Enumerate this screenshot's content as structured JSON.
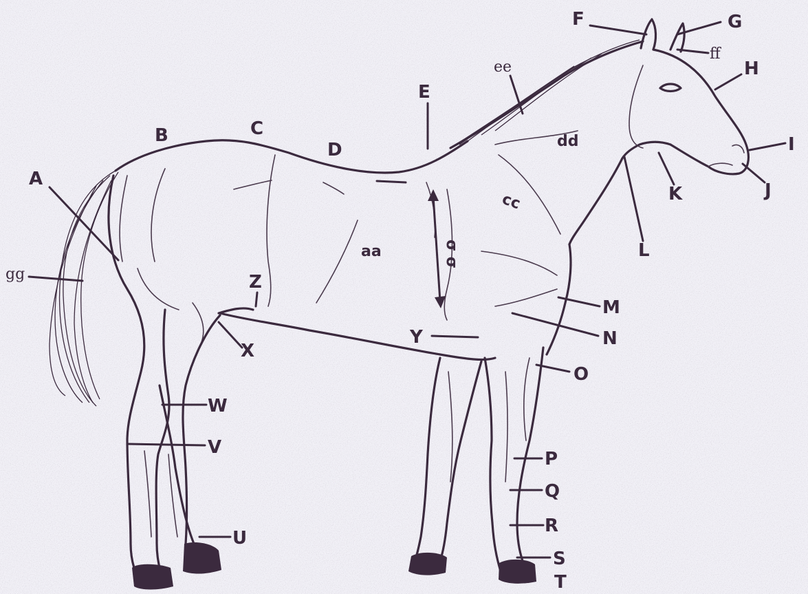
{
  "labels": {
    "A": "A",
    "B": "B",
    "C": "C",
    "D": "D",
    "E": "E",
    "F": "F",
    "G": "G",
    "H": "H",
    "I": "I",
    "J": "J",
    "K": "K",
    "L": "L",
    "M": "M",
    "N": "N",
    "O": "O",
    "P": "P",
    "Q": "Q",
    "R": "R",
    "S": "S",
    "T": "T",
    "U": "U",
    "V": "V",
    "W": "W",
    "X": "X",
    "Y": "Y",
    "Z": "Z",
    "aa": "aa",
    "bb": "σ σ",
    "cc": "cc",
    "dd": "dd",
    "ee": "ee",
    "ff": "ff",
    "gg": "gg"
  },
  "colors": {
    "ink": "#3b2a3e",
    "paper": "#f1f0f6"
  }
}
